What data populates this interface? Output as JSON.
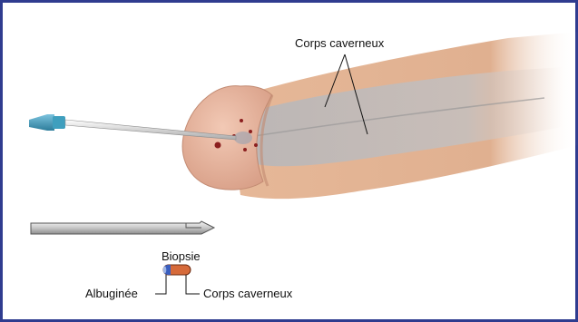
{
  "labels": {
    "top": "Corps caverneux",
    "biopsy": "Biopsie",
    "albuginea": "Albuginée",
    "bottom_corpus": "Corps caverneux"
  },
  "colors": {
    "frame": "#2f3c8f",
    "skin": "#e2b294",
    "skin_shadow": "#c98d72",
    "glans": "#e9b7a0",
    "inner_body": "#b9b4b2",
    "needle_hub": "#3f9fbe",
    "needle": "#d9d9d9",
    "biopsy_core": "#d66a3a",
    "biopsy_tip": "#3a5fbf",
    "puncture": "#8b1f1f"
  },
  "icons": {
    "needle": "biopsy-needle-icon",
    "needle_tip": "needle-tip-icon",
    "sample": "biopsy-core-icon"
  }
}
